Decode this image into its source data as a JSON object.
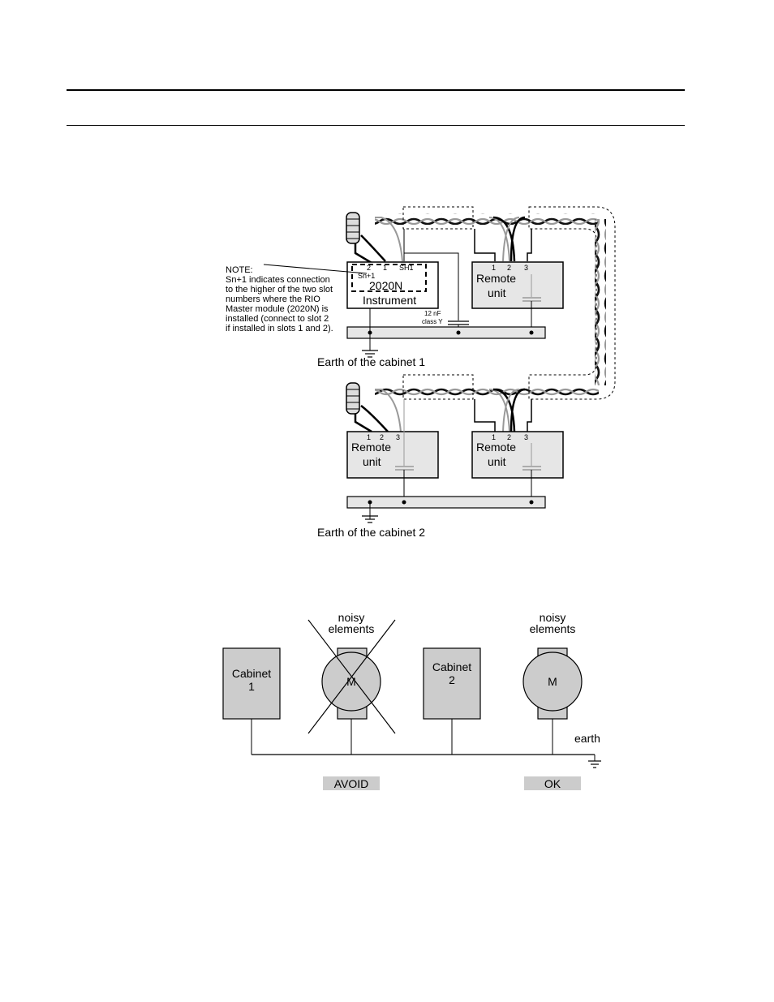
{
  "note": {
    "title": "NOTE:",
    "lines": [
      "Sn+1 indicates  connection",
      "to the higher of the two slot",
      "numbers where the RIO",
      "Master module (2020N) is",
      "installed (connect to slot 2",
      "if installed in slots 1 and 2)."
    ]
  },
  "instrument": {
    "pin_2": "2",
    "pin_1": "1",
    "pin_sh1": "SH1",
    "slot_label": "Sn+1",
    "model": "2020N",
    "name": "Instrument"
  },
  "capacitor": {
    "value": "12 nF",
    "class": "class Y"
  },
  "remote_unit": {
    "line1": "Remote",
    "line2": "unit",
    "pins": [
      "1",
      "2",
      "3"
    ]
  },
  "cabinet1_label": "Earth of the cabinet 1",
  "cabinet2_label": "Earth of the cabinet 2",
  "earthing": {
    "cabinet_1": [
      "Cabinet",
      "1"
    ],
    "cabinet_2": [
      "Cabinet",
      "2"
    ],
    "noisy": [
      "noisy",
      "elements"
    ],
    "motor": "M",
    "earth": "earth",
    "avoid": "AVOID",
    "ok": "OK"
  },
  "colors": {
    "box_fill": "#e6e6e6",
    "cabinet_fill": "#cccccc",
    "cable_grey": "#999999"
  }
}
